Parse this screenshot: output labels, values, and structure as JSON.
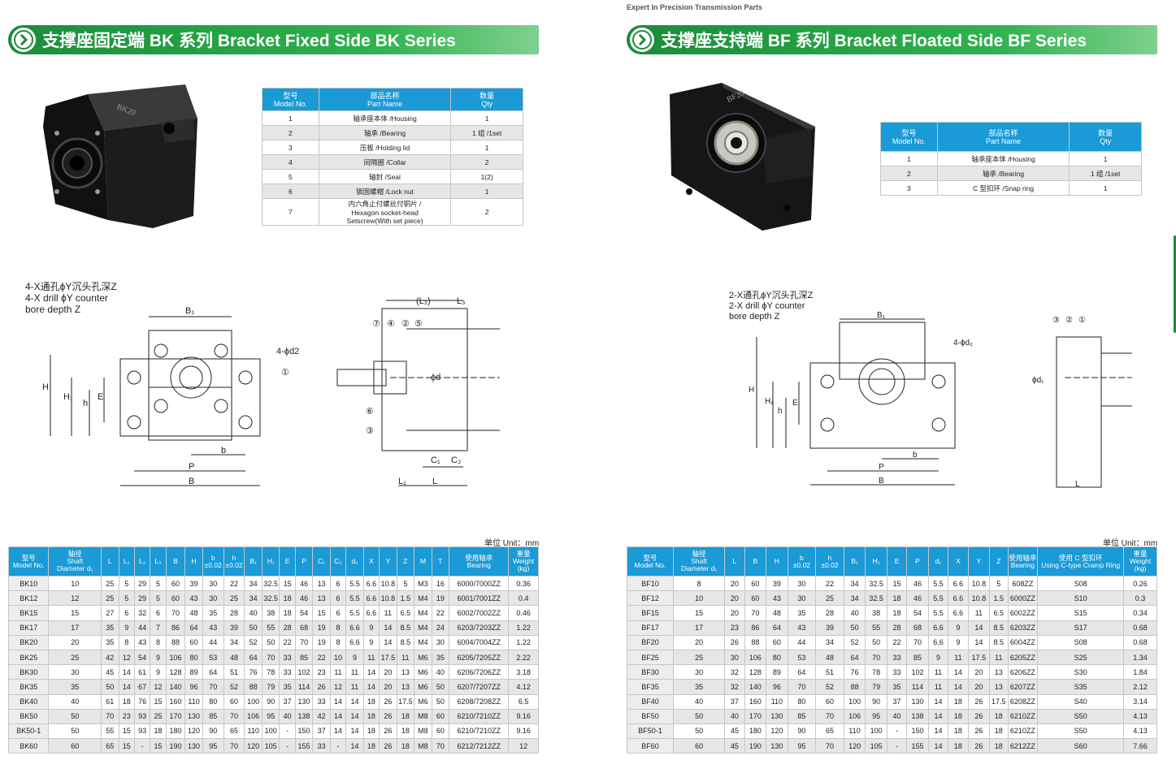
{
  "header": {
    "tagline": "Expert In Precision Transmission Parts"
  },
  "left": {
    "title": "支撑座固定端 BK 系列  Bracket Fixed Side BK Series",
    "photo_label": "BK20",
    "parts_table": {
      "headers": [
        "型号\nModel No.",
        "部品名称\nPart Name",
        "数量\nQty"
      ],
      "rows": [
        [
          "1",
          "轴承座本体 /Housing",
          "1"
        ],
        [
          "2",
          "轴承 /Bearing",
          "1 组 /1set"
        ],
        [
          "3",
          "压板 /Holding lid",
          "1"
        ],
        [
          "4",
          "间隔圈 /Collar",
          "2"
        ],
        [
          "5",
          "轴封 /Seal",
          "1(2)"
        ],
        [
          "6",
          "锁固螺帽 /Lock nut",
          "1"
        ],
        [
          "7",
          "内六角止付螺丝付铜片 /\nHexagon socket-head\nSetscrew(With set piece)",
          "2"
        ]
      ]
    },
    "drawing_labels": {
      "note": "4-X通孔ϕY沉头孔深Z\n4-X drill ϕY counter\nbore depth Z",
      "d2": "4-ϕd2",
      "B1": "B₁",
      "H": "H",
      "H1": "H₁",
      "h": "h",
      "E": "E",
      "b": "b",
      "P": "P",
      "B": "B",
      "L2": "(L₂)",
      "L3": "L₃",
      "phid": "ϕd",
      "C1": "C₁",
      "C2": "C₂",
      "L1": "L₁",
      "L": "L",
      "n1": "①",
      "n2": "②",
      "n3": "③",
      "n4": "④",
      "n5": "⑤",
      "n6": "⑥",
      "n7": "⑦"
    },
    "unit": "单位 Unit：mm",
    "spec_headers": [
      "型号\nModel No.",
      "轴径\nShaft\nDiameter d₁",
      "L",
      "L₁",
      "L₂",
      "L₃",
      "B",
      "H",
      "b\n±0.02",
      "h\n±0.02",
      "B₁",
      "H₁",
      "E",
      "P",
      "C₁",
      "C₂",
      "d₂",
      "X",
      "Y",
      "Z",
      "M",
      "T",
      "使用轴承\nBearing",
      "重量\nWeight\n(kg)"
    ],
    "spec_rows": [
      [
        "BK10",
        "10",
        "25",
        "5",
        "29",
        "5",
        "60",
        "39",
        "30",
        "22",
        "34",
        "32.5",
        "15",
        "46",
        "13",
        "6",
        "5.5",
        "6.6",
        "10.8",
        "5",
        "M3",
        "16",
        "6000/7000ZZ",
        "0.36"
      ],
      [
        "BK12",
        "12",
        "25",
        "5",
        "29",
        "5",
        "60",
        "43",
        "30",
        "25",
        "34",
        "32.5",
        "18",
        "46",
        "13",
        "6",
        "5.5",
        "6.6",
        "10.8",
        "1.5",
        "M4",
        "19",
        "6001/7001ZZ",
        "0.4"
      ],
      [
        "BK15",
        "15",
        "27",
        "6",
        "32",
        "6",
        "70",
        "48",
        "35",
        "28",
        "40",
        "38",
        "18",
        "54",
        "15",
        "6",
        "5.5",
        "6.6",
        "11",
        "6.5",
        "M4",
        "22",
        "6002/7002ZZ",
        "0.46"
      ],
      [
        "BK17",
        "17",
        "35",
        "9",
        "44",
        "7",
        "86",
        "64",
        "43",
        "39",
        "50",
        "55",
        "28",
        "68",
        "19",
        "8",
        "6.6",
        "9",
        "14",
        "8.5",
        "M4",
        "24",
        "6203/7203ZZ",
        "1.22"
      ],
      [
        "BK20",
        "20",
        "35",
        "8",
        "43",
        "8",
        "88",
        "60",
        "44",
        "34",
        "52",
        "50",
        "22",
        "70",
        "19",
        "8",
        "6.6",
        "9",
        "14",
        "8.5",
        "M4",
        "30",
        "6004/7004ZZ",
        "1.22"
      ],
      [
        "BK25",
        "25",
        "42",
        "12",
        "54",
        "9",
        "106",
        "80",
        "53",
        "48",
        "64",
        "70",
        "33",
        "85",
        "22",
        "10",
        "9",
        "11",
        "17.5",
        "11",
        "M6",
        "35",
        "6205/7205ZZ",
        "2.22"
      ],
      [
        "BK30",
        "30",
        "45",
        "14",
        "61",
        "9",
        "128",
        "89",
        "64",
        "51",
        "76",
        "78",
        "33",
        "102",
        "23",
        "11",
        "11",
        "14",
        "20",
        "13",
        "M6",
        "40",
        "6206/7206ZZ",
        "3.18"
      ],
      [
        "BK35",
        "35",
        "50",
        "14",
        "67",
        "12",
        "140",
        "96",
        "70",
        "52",
        "88",
        "79",
        "35",
        "114",
        "26",
        "12",
        "11",
        "14",
        "20",
        "13",
        "M6",
        "50",
        "6207/7207ZZ",
        "4.12"
      ],
      [
        "BK40",
        "40",
        "61",
        "18",
        "76",
        "15",
        "160",
        "110",
        "80",
        "60",
        "100",
        "90",
        "37",
        "130",
        "33",
        "14",
        "14",
        "18",
        "26",
        "17.5",
        "M6",
        "50",
        "6208/7208ZZ",
        "6.5"
      ],
      [
        "BK50",
        "50",
        "70",
        "23",
        "93",
        "25",
        "170",
        "130",
        "85",
        "70",
        "106",
        "95",
        "40",
        "138",
        "42",
        "14",
        "14",
        "18",
        "26",
        "18",
        "M8",
        "60",
        "6210/7210ZZ",
        "9.16"
      ],
      [
        "BK50-1",
        "50",
        "55",
        "15",
        "93",
        "18",
        "180",
        "120",
        "90",
        "65",
        "110",
        "100",
        "-",
        "150",
        "37",
        "14",
        "14",
        "18",
        "26",
        "18",
        "M8",
        "60",
        "6210/7210ZZ",
        "9.16"
      ],
      [
        "BK60",
        "60",
        "65",
        "15",
        "-",
        "15",
        "190",
        "130",
        "95",
        "70",
        "120",
        "105",
        "-",
        "155",
        "33",
        "-",
        "14",
        "18",
        "26",
        "18",
        "M8",
        "70",
        "6212/7212ZZ",
        "12"
      ]
    ]
  },
  "right": {
    "title": "支撑座支持端 BF 系列  Bracket Floated Side BF Series",
    "photo_label": "BF20",
    "parts_table": {
      "headers": [
        "型号\nModel No.",
        "部品名称\nPart Name",
        "数量\nQty"
      ],
      "rows": [
        [
          "1",
          "轴承座本体 /Housing",
          "1"
        ],
        [
          "2",
          "轴承 /Bearing",
          "1 组 /1set"
        ],
        [
          "3",
          "C 型扣环 /Snap ring",
          "1"
        ]
      ]
    },
    "drawing_labels": {
      "note": "2-X通孔ϕY沉头孔深Z\n2-X drill ϕY counter\nbore depth Z",
      "d2": "4-ϕd₂",
      "B1": "B₁",
      "H": "H",
      "H1": "H₁",
      "h": "h",
      "E": "E",
      "b": "b",
      "P": "P",
      "B": "B",
      "phid": "ϕd₁",
      "L": "L",
      "n1": "①",
      "n2": "②",
      "n3": "③"
    },
    "unit": "单位 Unit：mm",
    "spec_headers": [
      "型号\nModel No.",
      "轴径\nShaft\nDiameter d₁",
      "L",
      "B",
      "H",
      "b\n±0.02",
      "h\n±0.02",
      "B₁",
      "H₁",
      "E",
      "P",
      "d₂",
      "X",
      "Y",
      "Z",
      "使用轴承\nBearing",
      "使用 C 型扣环\nUsing C-type Cramp Ring",
      "重量\nWeight\n(kg)"
    ],
    "spec_rows": [
      [
        "BF10",
        "8",
        "20",
        "60",
        "39",
        "30",
        "22",
        "34",
        "32.5",
        "15",
        "46",
        "5.5",
        "6.6",
        "10.8",
        "5",
        "608ZZ",
        "S08",
        "0.26"
      ],
      [
        "BF12",
        "10",
        "20",
        "60",
        "43",
        "30",
        "25",
        "34",
        "32.5",
        "18",
        "46",
        "5.5",
        "6.6",
        "10.8",
        "1.5",
        "6000ZZ",
        "S10",
        "0.3"
      ],
      [
        "BF15",
        "15",
        "20",
        "70",
        "48",
        "35",
        "28",
        "40",
        "38",
        "18",
        "54",
        "5.5",
        "6.6",
        "11",
        "6.5",
        "6002ZZ",
        "S15",
        "0.34"
      ],
      [
        "BF17",
        "17",
        "23",
        "86",
        "64",
        "43",
        "39",
        "50",
        "55",
        "28",
        "68",
        "6.6",
        "9",
        "14",
        "8.5",
        "6203ZZ",
        "S17",
        "0.68"
      ],
      [
        "BF20",
        "20",
        "26",
        "88",
        "60",
        "44",
        "34",
        "52",
        "50",
        "22",
        "70",
        "6.6",
        "9",
        "14",
        "8.5",
        "6004ZZ",
        "S08",
        "0.68"
      ],
      [
        "BF25",
        "25",
        "30",
        "106",
        "80",
        "53",
        "48",
        "64",
        "70",
        "33",
        "85",
        "9",
        "11",
        "17.5",
        "11",
        "6205ZZ",
        "S25",
        "1.34"
      ],
      [
        "BF30",
        "30",
        "32",
        "128",
        "89",
        "64",
        "51",
        "76",
        "78",
        "33",
        "102",
        "11",
        "14",
        "20",
        "13",
        "6206ZZ",
        "S30",
        "1.84"
      ],
      [
        "BF35",
        "35",
        "32",
        "140",
        "96",
        "70",
        "52",
        "88",
        "79",
        "35",
        "114",
        "11",
        "14",
        "20",
        "13",
        "6207ZZ",
        "S35",
        "2.12"
      ],
      [
        "BF40",
        "40",
        "37",
        "160",
        "110",
        "80",
        "60",
        "100",
        "90",
        "37",
        "130",
        "14",
        "18",
        "26",
        "17.5",
        "6208ZZ",
        "S40",
        "3.14"
      ],
      [
        "BF50",
        "50",
        "40",
        "170",
        "130",
        "85",
        "70",
        "106",
        "95",
        "40",
        "138",
        "14",
        "18",
        "26",
        "18",
        "6210ZZ",
        "S50",
        "4.13"
      ],
      [
        "BF50-1",
        "50",
        "45",
        "180",
        "120",
        "90",
        "65",
        "110",
        "100",
        "-",
        "150",
        "14",
        "18",
        "26",
        "18",
        "6210ZZ",
        "S50",
        "4.13"
      ],
      [
        "BF60",
        "60",
        "45",
        "190",
        "130",
        "95",
        "70",
        "120",
        "105",
        "-",
        "155",
        "14",
        "18",
        "26",
        "18",
        "6212ZZ",
        "S60",
        "7.66"
      ]
    ]
  },
  "colors": {
    "banner_green": "#2fb24f",
    "table_blue": "#1a9ad6"
  }
}
